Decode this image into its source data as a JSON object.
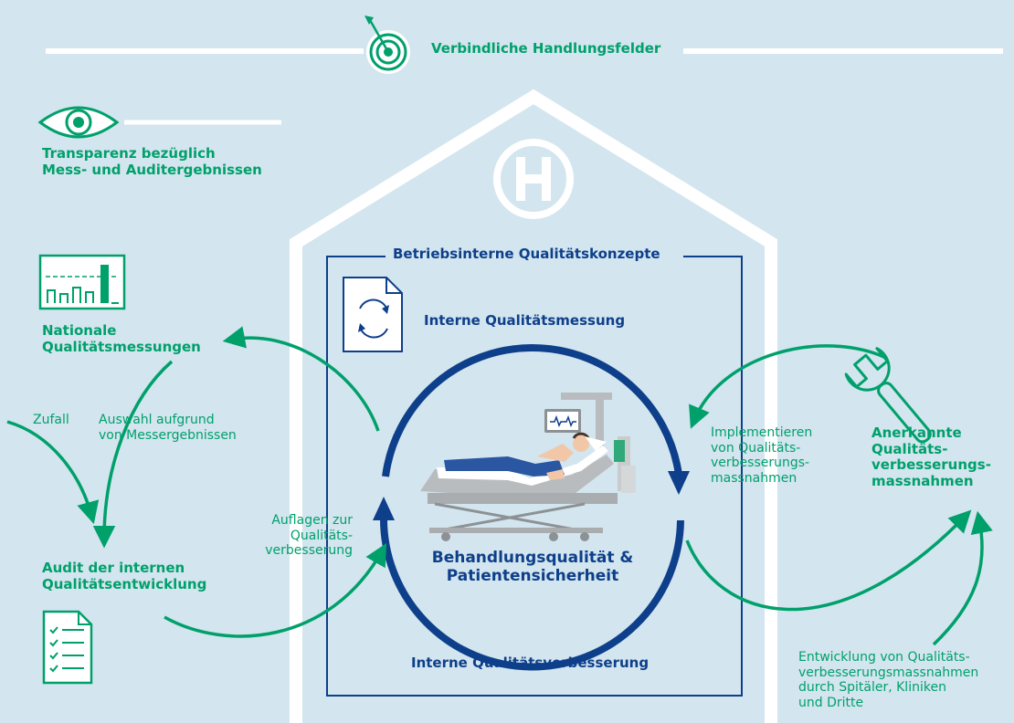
{
  "header": {
    "title": "Verbindliche Handlungsfelder"
  },
  "left": {
    "transparency": "Transparenz bezüglich\nMess- und Auditergebnissen",
    "national": "Nationale\nQualitätsmessungen",
    "random": "Zufall",
    "selection": "Auswahl aufgrund\nvon Messergebnissen",
    "audit": "Audit der internen\nQualitätsentwicklung",
    "requirements": "Auflagen zur\nQualitäts-\nverbesserung"
  },
  "house": {
    "letter": "H",
    "frame_title": "Betriebsinterne Qualitätskonzepte",
    "measurement": "Interne Qualitätsmessung",
    "center": "Behandlungsqualität &\nPatientensicherheit",
    "improvement": "Interne Qualitätsverbesserung"
  },
  "right": {
    "implement": "Implementieren\nvon Qualitäts-\nverbesserungs-\nmassnahmen",
    "recognized": "Anerkannte\nQualitäts-\nverbesserungs-\nmassnahmen",
    "development": "Entwicklung von Qualitäts-\nverbesserungsmassnahmen\ndurch Spitäler, Kliniken\nund Dritte"
  },
  "colors": {
    "background": "#d3e5ef",
    "green": "#00a06b",
    "navy": "#0e3f8a",
    "white": "#ffffff",
    "bed_gray": "#b9bcbe"
  }
}
